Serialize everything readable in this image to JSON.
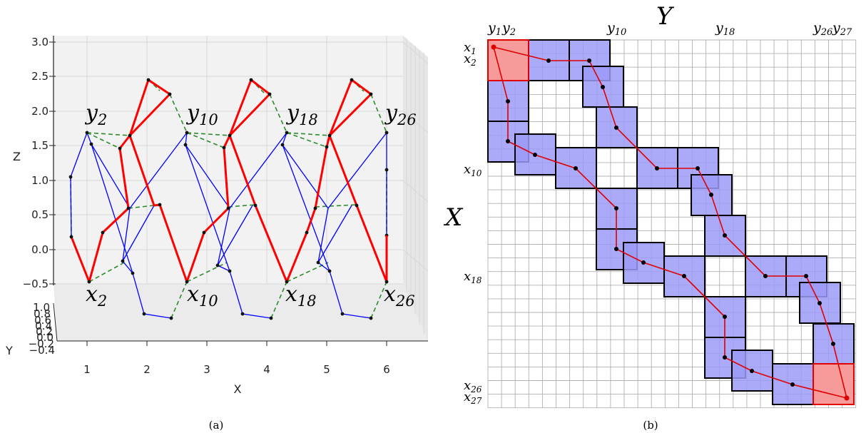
{
  "panel_a": {
    "caption": "(a)",
    "z_ticks": [
      "3.0",
      "2.5",
      "2.0",
      "1.5",
      "1.0",
      "0.5",
      "0.0",
      "−0.5"
    ],
    "y_ticks": [
      "1.0",
      "0.8",
      "0.6",
      "0.4",
      "0.2",
      "0.0",
      "−0.2",
      "−0.4"
    ],
    "x_ticks": [
      "1",
      "2",
      "3",
      "4",
      "5",
      "6"
    ],
    "xlabel": "X",
    "ylabel": "Y",
    "zlabel": "Z",
    "top_labels": [
      {
        "base": "y",
        "sub": "2"
      },
      {
        "base": "y",
        "sub": "10"
      },
      {
        "base": "y",
        "sub": "18"
      },
      {
        "base": "y",
        "sub": "26"
      }
    ],
    "bottom_labels": [
      {
        "base": "x",
        "sub": "2"
      },
      {
        "base": "x",
        "sub": "10"
      },
      {
        "base": "x",
        "sub": "18"
      },
      {
        "base": "x",
        "sub": "26"
      }
    ],
    "colors": {
      "x_sequence": "#ff0000",
      "y_sequence": "#0000ff",
      "alignment": "#2e8b2e"
    }
  },
  "panel_b": {
    "caption": "(b)",
    "axis_x": "X",
    "axis_y": "Y",
    "col_labels": [
      {
        "base": "y",
        "sub": "1"
      },
      {
        "base": "y",
        "sub": "2"
      },
      {
        "base": "y",
        "sub": "10"
      },
      {
        "base": "y",
        "sub": "18"
      },
      {
        "base": "y",
        "sub": "26"
      },
      {
        "base": "y",
        "sub": "27"
      }
    ],
    "row_labels": [
      {
        "base": "x",
        "sub": "1"
      },
      {
        "base": "x",
        "sub": "2"
      },
      {
        "base": "x",
        "sub": "10"
      },
      {
        "base": "x",
        "sub": "18"
      },
      {
        "base": "x",
        "sub": "26"
      },
      {
        "base": "x",
        "sub": "27"
      }
    ],
    "colors": {
      "cell_fill": "#9b9bf8",
      "cell_overlap": "#5858e8",
      "endpoint_fill": "#f79a9a",
      "path": "#e00000",
      "grid": "#b0b0b0"
    }
  }
}
